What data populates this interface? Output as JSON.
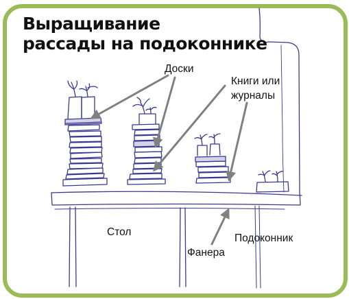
{
  "title": {
    "line1": "Выращивание",
    "line2": "рассады на подоконнике"
  },
  "labels": {
    "boards": "Доски",
    "books_line1": "Книги или",
    "books_line2": "журналы",
    "table": "Стол",
    "sill": "Подоконник",
    "plywood": "Фанера"
  },
  "colors": {
    "frame": "#9bbb59",
    "ink": "#3a3890",
    "arrow": "#808080"
  }
}
